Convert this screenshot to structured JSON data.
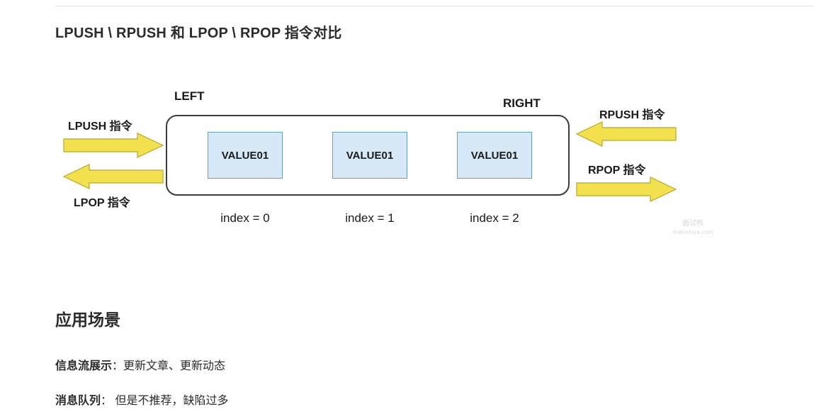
{
  "page": {
    "heading": "LPUSH \\ RPUSH 和 LPOP \\ RPOP 指令对比"
  },
  "diagram": {
    "left_label": "LEFT",
    "right_label": "RIGHT",
    "values": [
      {
        "text": "VALUE01",
        "index_label": "index = 0"
      },
      {
        "text": "VALUE01",
        "index_label": "index = 1"
      },
      {
        "text": "VALUE01",
        "index_label": "index = 2"
      }
    ],
    "operations": {
      "lpush": "LPUSH 指令",
      "lpop": "LPOP 指令",
      "rpush": "RPUSH 指令",
      "rpop": "RPOP 指令"
    },
    "colors": {
      "value_fill": "#d7e9f7",
      "value_border": "#6a9fc4",
      "arrow_fill": "#f2e14c",
      "arrow_border": "#b8a82f",
      "box_border": "#3b3b3b"
    },
    "watermark": {
      "cn": "面试鸭",
      "en": "mianshiya.com"
    }
  },
  "section": {
    "title": "应用场景",
    "bullets": [
      {
        "term": "信息流展示",
        "sep": "：",
        "desc": "更新文章、更新动态"
      },
      {
        "term": "消息队列",
        "sep": "：",
        "desc": " 但是不推荐，缺陷过多"
      }
    ]
  }
}
